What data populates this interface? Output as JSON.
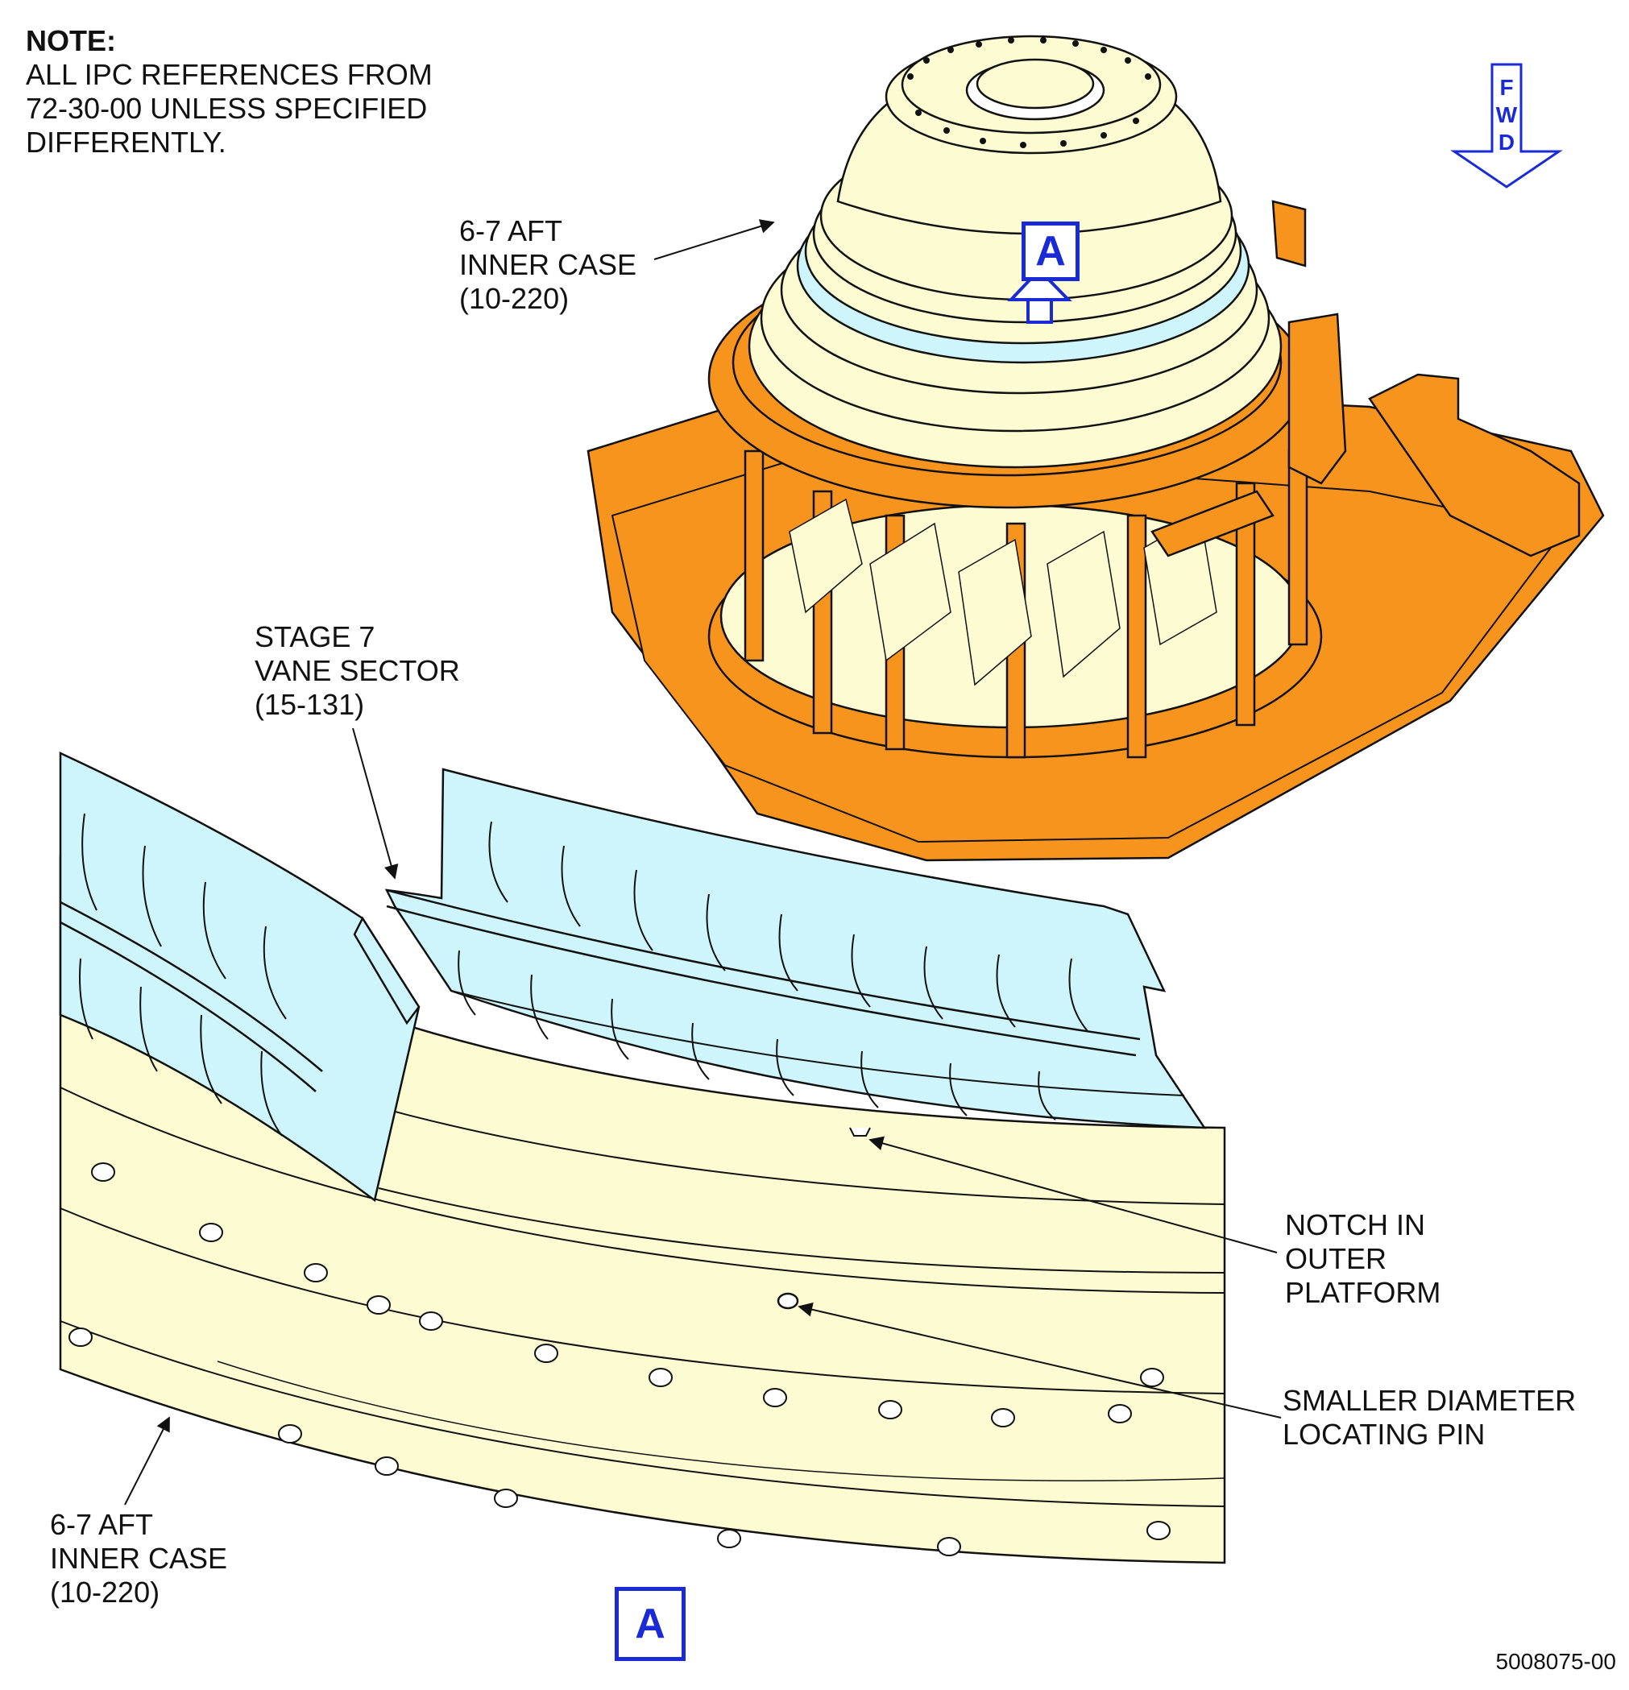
{
  "note": {
    "heading": "NOTE:",
    "lines": [
      "ALL IPC REFERENCES FROM",
      "72-30-00 UNLESS SPECIFIED",
      "DIFFERENTLY."
    ]
  },
  "fwd_indicator": {
    "letters": [
      "F",
      "W",
      "D"
    ]
  },
  "view_marker": "A",
  "callouts": {
    "case_top": [
      "6-7 AFT",
      "INNER CASE",
      "(10-220)"
    ],
    "vane_sector": [
      "STAGE 7",
      "VANE SECTOR",
      "(15-131)"
    ],
    "notch": [
      "NOTCH IN",
      "OUTER",
      "PLATFORM"
    ],
    "pin": [
      "SMALLER DIAMETER",
      "LOCATING PIN"
    ],
    "case_bottom": [
      "6-7 AFT",
      "INNER CASE",
      "(10-220)"
    ]
  },
  "colors": {
    "fixture_orange": "#f7941d",
    "case_cream": "#fdfbd2",
    "vane_blue": "#cdf5fb",
    "marker_blue": "#1a2bd6"
  },
  "document_number": "5008075-00"
}
